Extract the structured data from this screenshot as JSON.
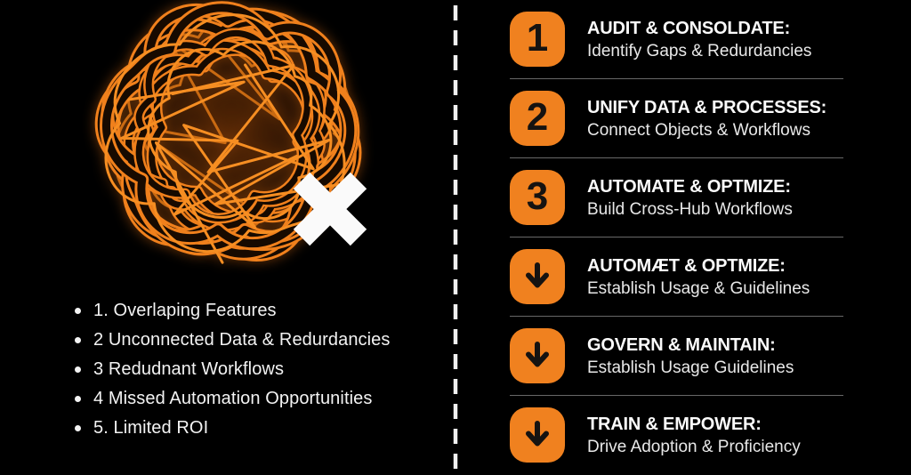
{
  "meta": {
    "description": "Infographic contrasting a tangled mess of tools (left) with a six-step implementation roadmap (right)"
  },
  "colors": {
    "background": "#000000",
    "accent_orange": "#F0811F",
    "knot_orange": "#EF7E1A",
    "knot_dark": "#170A00",
    "text_primary": "#FBFBFB",
    "text_secondary": "#E8E8E8",
    "divider": "#F0F0F0",
    "separator": "#BEBEBE",
    "x_mark": "#FAFAFA",
    "badge_glyph": "#151311"
  },
  "left_panel": {
    "knot_icon": "tangled-orange-knot",
    "x_mark_glyph": "✕",
    "issues": [
      "1. Overlaping Features",
      "2 Unconnected Data & Redurdancies",
      "3 Redudnant Workflows",
      "4 Missed Automation Opportunities",
      "5. Limited ROI"
    ]
  },
  "right_panel": {
    "steps": [
      {
        "badge": "1",
        "badge_type": "number",
        "title": "AUDIT & CONSOLDATE:",
        "subtitle": "Identify Gaps & Redurdancies"
      },
      {
        "badge": "2",
        "badge_type": "number",
        "title": "UNIFY DATA & PROCESSES:",
        "subtitle": "Connect Objects & Workflows"
      },
      {
        "badge": "3",
        "badge_type": "number",
        "title": "AUTOMATE & OPTMIZE:",
        "subtitle": "Build Cross-Hub Workflows"
      },
      {
        "badge": "↓",
        "badge_type": "arrow",
        "title": "AUTOMÆT & OPTMIZE:",
        "subtitle": "Establish Usage & Guidelines"
      },
      {
        "badge": "↓",
        "badge_type": "arrow",
        "title": "GOVERN & MAINTAIN:",
        "subtitle": "Establish Usage Guidelines"
      },
      {
        "badge": "↓",
        "badge_type": "arrow",
        "title": "TRAIN & EMPOWER:",
        "subtitle": "Drive Adoption & Proficiency"
      }
    ]
  }
}
